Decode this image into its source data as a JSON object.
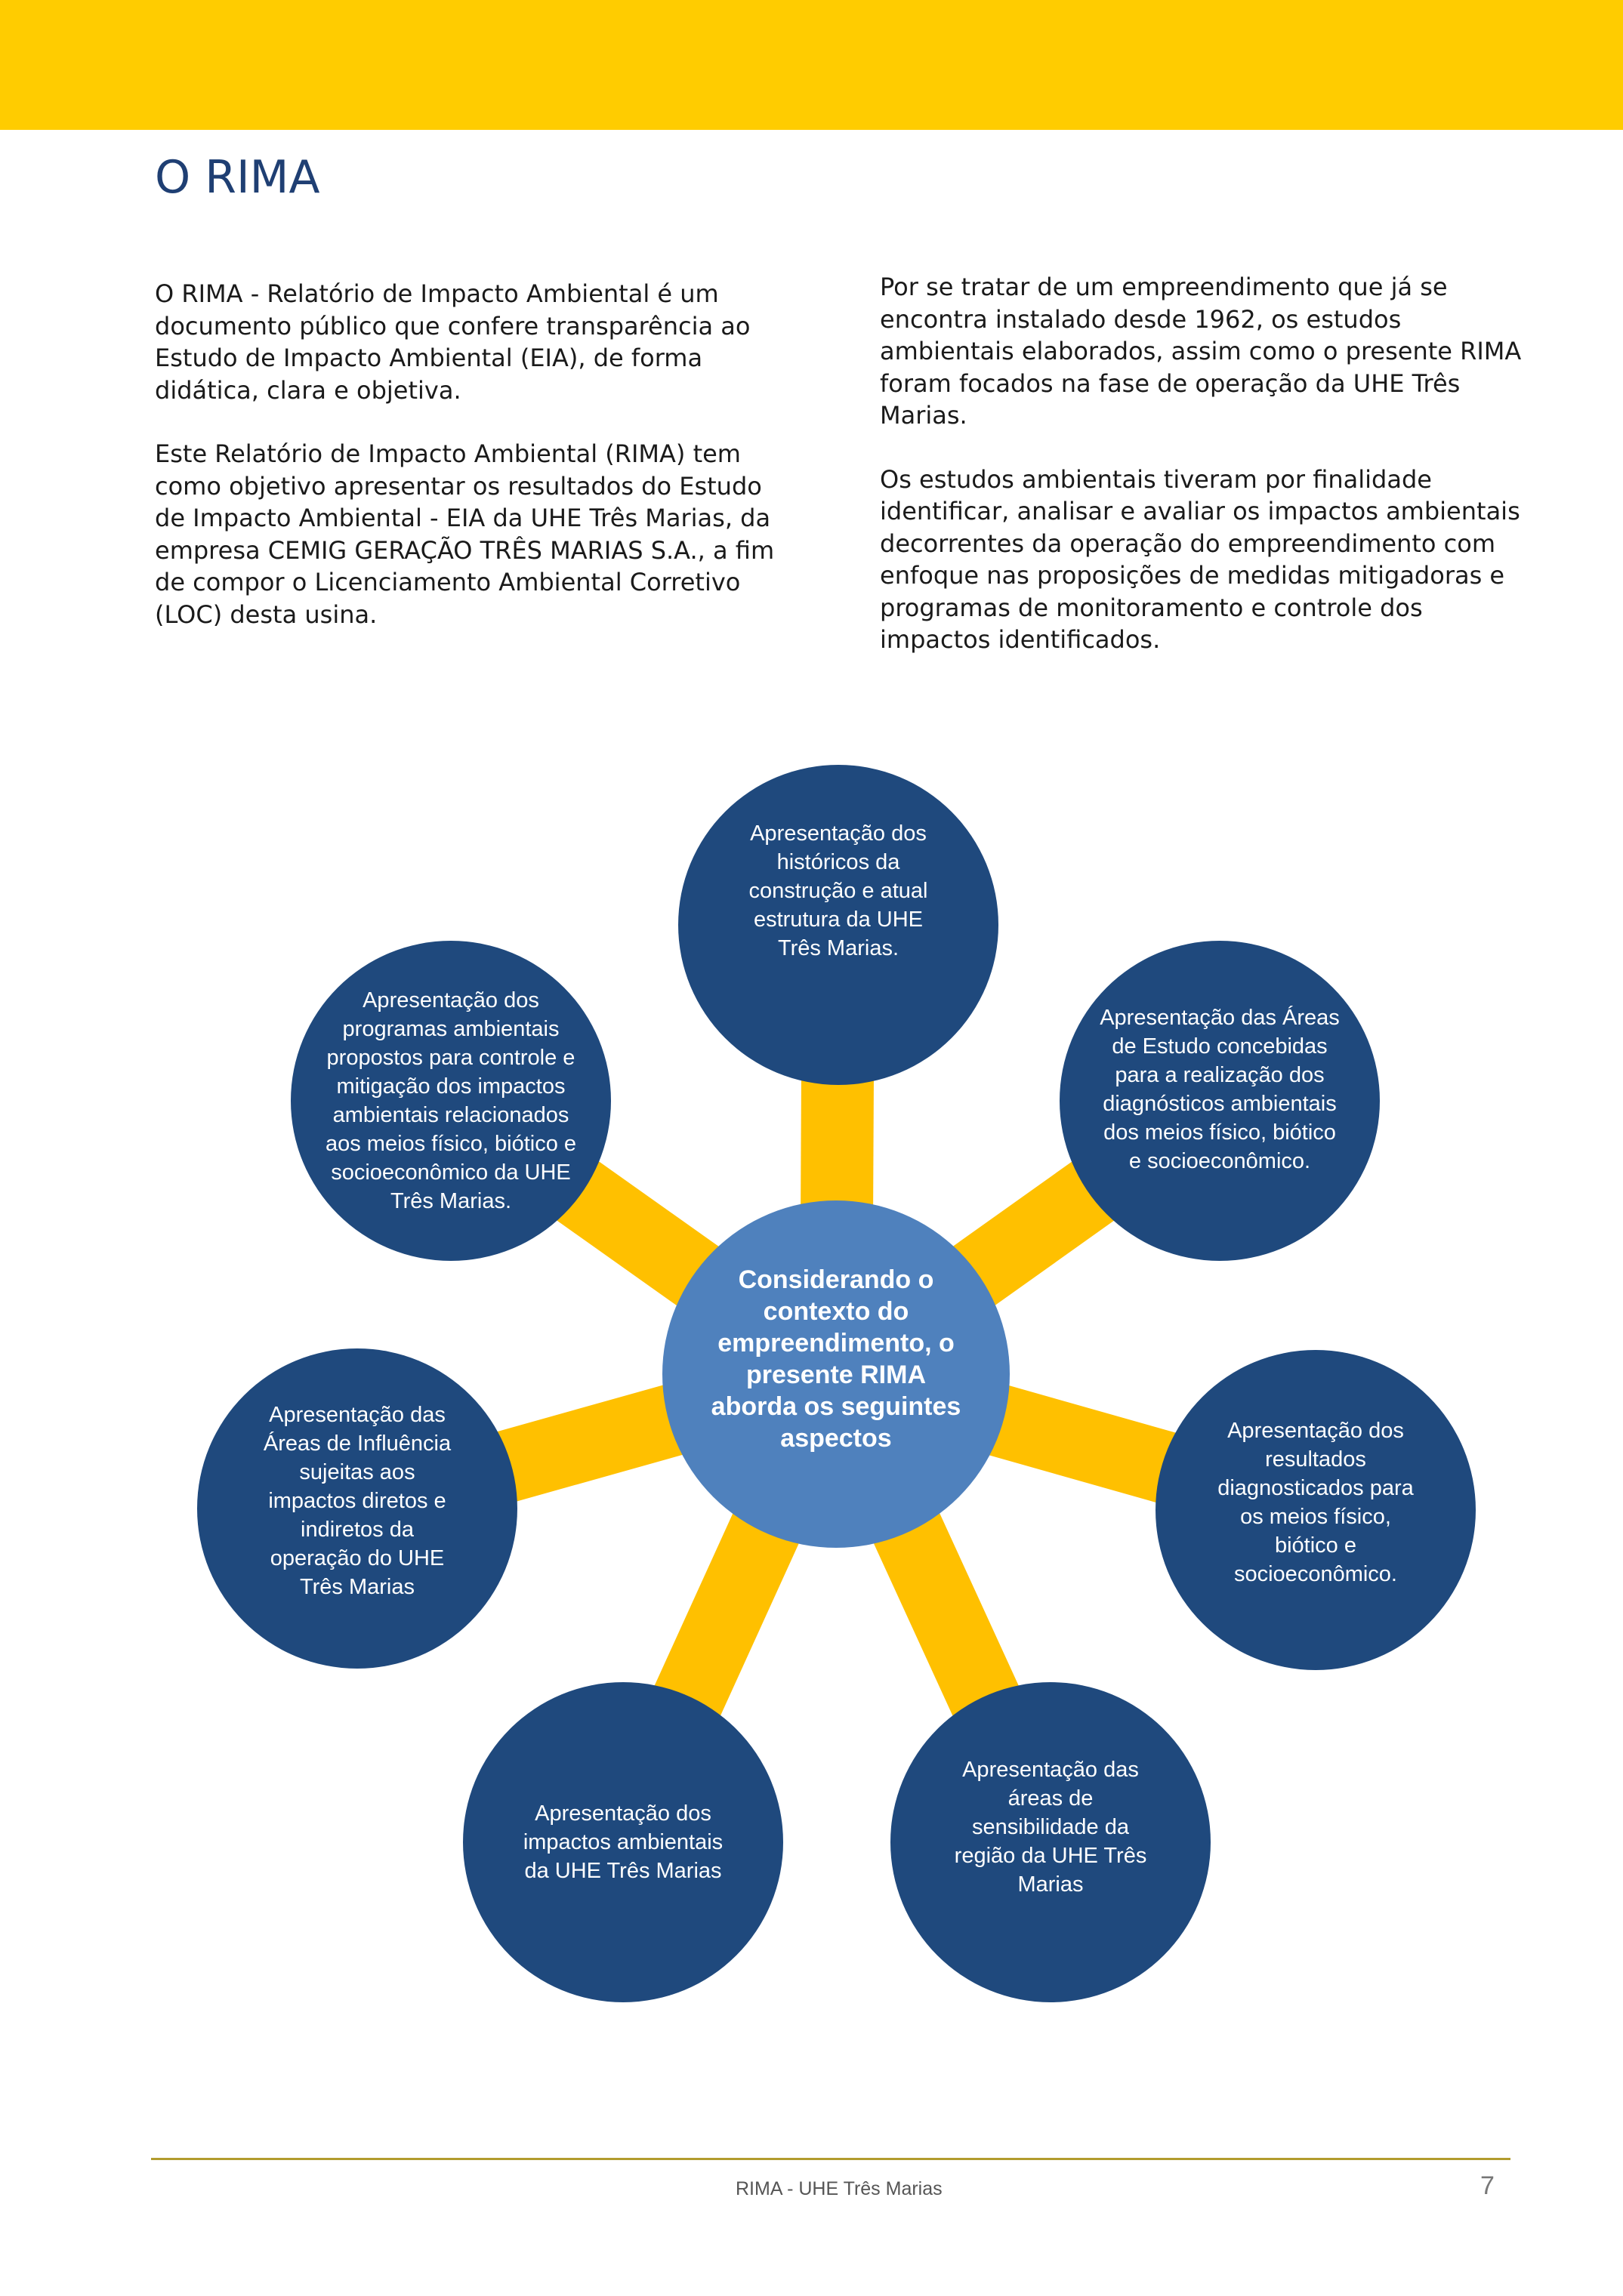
{
  "header": {
    "band_color": "#ffcc00"
  },
  "page_title": "O RIMA",
  "left_column": {
    "paragraph_1": "O RIMA - Relatório de Impacto Ambiental é um documento público que confere transparência ao Estudo de Impacto Ambiental (EIA), de forma didática, clara e objetiva.",
    "paragraph_2": "Este Relatório de Impacto Ambiental (RIMA) tem como objetivo apresentar os resultados do Estudo de Impacto Ambiental - EIA da UHE Três Marias, da empresa CEMIG GERAÇÃO TRÊS MARIAS S.A., a fim de compor o Licenciamento Ambiental Corretivo (LOC) desta usina."
  },
  "right_column": {
    "paragraph_1": "Por se tratar de um empreendimento que já se encontra instalado desde 1962, os estudos ambientais elaborados, assim como o presente RIMA foram focados na fase de operação da UHE Três Marias.",
    "paragraph_2": "Os estudos ambientais tiveram por finalidade identificar, analisar e avaliar os impactos ambientais decorrentes da operação do empreendimento com enfoque nas proposições de medidas mitigadoras e programas de monitoramento e controle dos impactos identificados."
  },
  "diagram": {
    "colors": {
      "outer_circle": "#1f497d",
      "center_circle": "#4f81bd",
      "connector": "#ffc000"
    },
    "center": {
      "lines": [
        "Considerando o",
        "contexto do",
        "empreendimento, o",
        "presente RIMA",
        "aborda os seguintes",
        "aspectos"
      ]
    },
    "nodes": [
      {
        "id": "top",
        "lines": [
          "Apresentação dos",
          "históricos da",
          "construção e atual",
          "estrutura da UHE",
          "Três Marias."
        ]
      },
      {
        "id": "upper-right",
        "lines": [
          "Apresentação das Áreas",
          "de Estudo concebidas",
          "para a realização dos",
          "diagnósticos ambientais",
          "dos meios físico, biótico",
          "e socioeconômico."
        ]
      },
      {
        "id": "right",
        "lines": [
          "Apresentação dos",
          "resultados",
          "diagnosticados para",
          "os meios físico,",
          "biótico e",
          "socioeconômico."
        ]
      },
      {
        "id": "lower-right",
        "lines": [
          "Apresentação das",
          "áreas de",
          "sensibilidade da",
          "região da UHE Três",
          "Marias"
        ]
      },
      {
        "id": "lower-left",
        "lines": [
          "Apresentação dos",
          "impactos ambientais",
          "da UHE Três Marias"
        ]
      },
      {
        "id": "left",
        "lines": [
          "Apresentação das",
          "Áreas de Influência",
          "sujeitas aos",
          "impactos diretos e",
          "indiretos da",
          "operação do UHE",
          "Três Marias"
        ]
      },
      {
        "id": "upper-left",
        "lines": [
          "Apresentação dos",
          "programas ambientais",
          "propostos para controle e",
          "mitigação dos impactos",
          "ambientais relacionados",
          "aos meios físico, biótico e",
          "socioeconômico da UHE",
          "Três Marias."
        ]
      }
    ]
  },
  "footer": {
    "text": "RIMA - UHE Três Marias",
    "page_number": "7",
    "rule_color": "#b29c2e"
  }
}
